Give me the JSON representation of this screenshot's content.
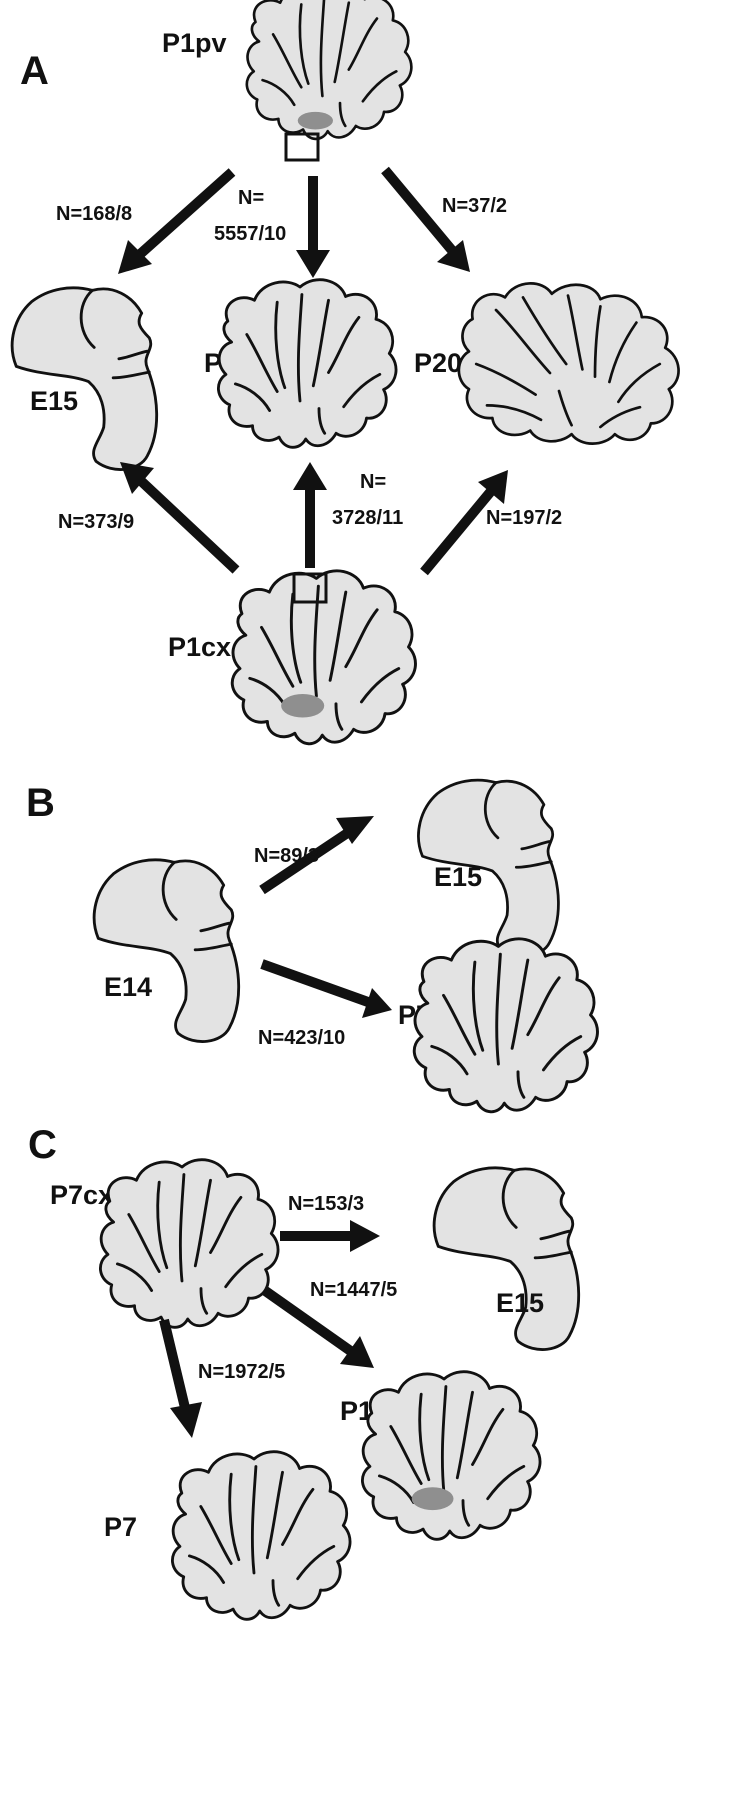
{
  "panels": [
    {
      "id": "A",
      "letter": "A"
    },
    {
      "id": "B",
      "letter": "B"
    },
    {
      "id": "C",
      "letter": "C"
    }
  ],
  "stages": {
    "a_source_top": "P1pv",
    "a_e15": "E15",
    "a_p7": "P7",
    "a_p20": "P20",
    "a_source_bottom": "P1cx",
    "b_source": "E14",
    "b_e15": "E15",
    "b_p7": "P7",
    "c_source": "P7cx",
    "c_e15": "E15",
    "c_p1": "P1",
    "c_p7": "P7"
  },
  "transplants": {
    "p1pv_to_e15": "N=168/8",
    "p1pv_to_p7_line1": "N=",
    "p1pv_to_p7_line2": "5557/10",
    "p1pv_to_p20": "N=37/2",
    "p1cx_to_e15": "N=373/9",
    "p1cx_to_p7_line1": "N=",
    "p1cx_to_p7_line2": "3728/11",
    "p1cx_to_p20": "N=197/2",
    "e14_to_e15": "N=89/3",
    "e14_to_p7": "N=423/10",
    "p7cx_to_e15": "N=153/3",
    "p7cx_to_p1": "N=1447/5",
    "p7cx_to_p7": "N=1972/5"
  },
  "colors": {
    "tissue_fill": "#e3e3e3",
    "outline": "#111111",
    "graft_region": "#8f8f8f",
    "background": "#ffffff"
  },
  "icons": {
    "embryonic_cerebellum": "smooth-sagittal-cerebellum-outline",
    "postnatal_cerebellum": "foliated-sagittal-cerebellum-outline",
    "donor_site_box": "square-outline",
    "graft_region": "grey-blob"
  }
}
